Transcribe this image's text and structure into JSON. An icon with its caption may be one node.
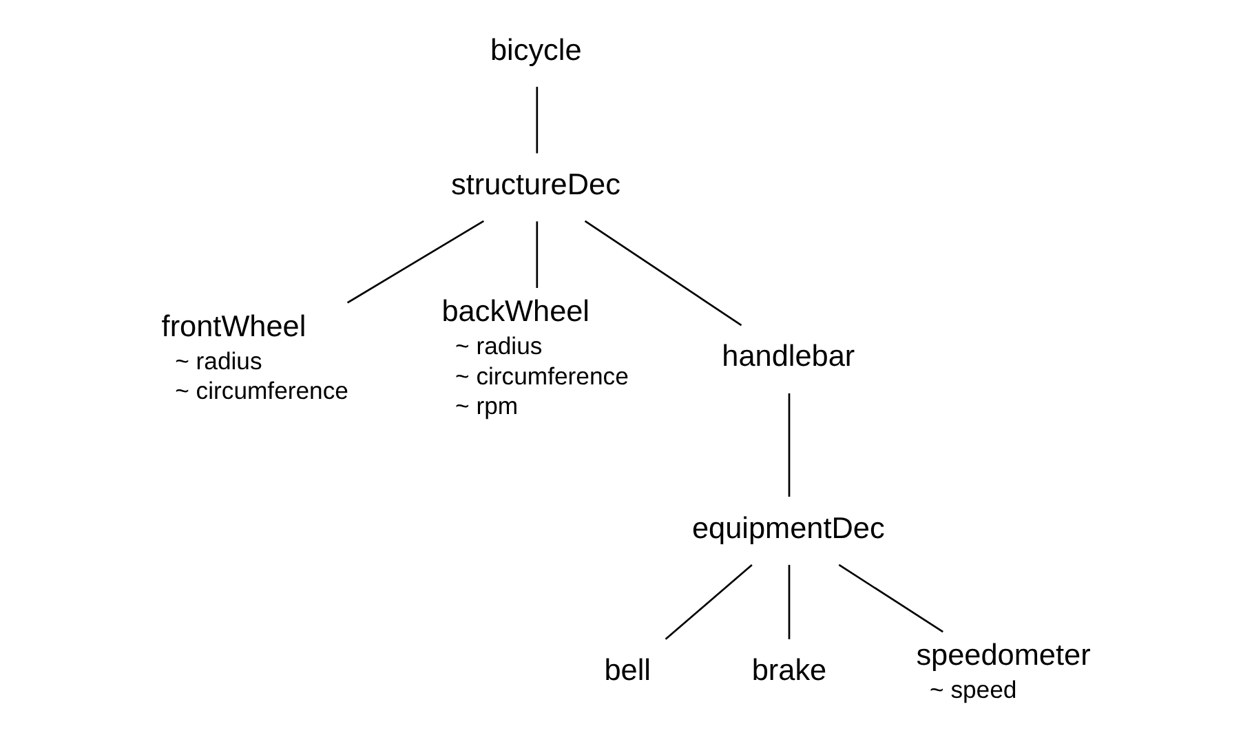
{
  "diagram": {
    "nodes": [
      {
        "text": [
          "bicycle"
        ]
      },
      {
        "text": [
          "structureDec"
        ]
      },
      {
        "text": [
          "frontWheel",
          "~ radius",
          "~ circumference"
        ]
      },
      {
        "text": [
          "backWheel",
          "~ radius",
          "~ circumference",
          "~ rpm"
        ]
      },
      {
        "text": [
          "handlebar"
        ]
      },
      {
        "text": [
          "equipmentDec"
        ]
      },
      {
        "text": [
          "bell"
        ]
      },
      {
        "text": [
          "brake"
        ]
      },
      {
        "text": [
          "speedometer",
          "~ speed"
        ]
      }
    ],
    "edges": [
      {
        "from": 0,
        "to": 1,
        "arrow": "none"
      },
      {
        "from": 1,
        "to": 2,
        "arrow": "none"
      },
      {
        "from": 1,
        "to": 3,
        "arrow": "none"
      },
      {
        "from": 1,
        "to": 4,
        "arrow": "none"
      },
      {
        "from": 4,
        "to": 5,
        "arrow": "none"
      },
      {
        "from": 5,
        "to": 6,
        "arrow": "none"
      },
      {
        "from": 5,
        "to": 7,
        "arrow": "none"
      },
      {
        "from": 5,
        "to": 8,
        "arrow": "none"
      }
    ]
  }
}
